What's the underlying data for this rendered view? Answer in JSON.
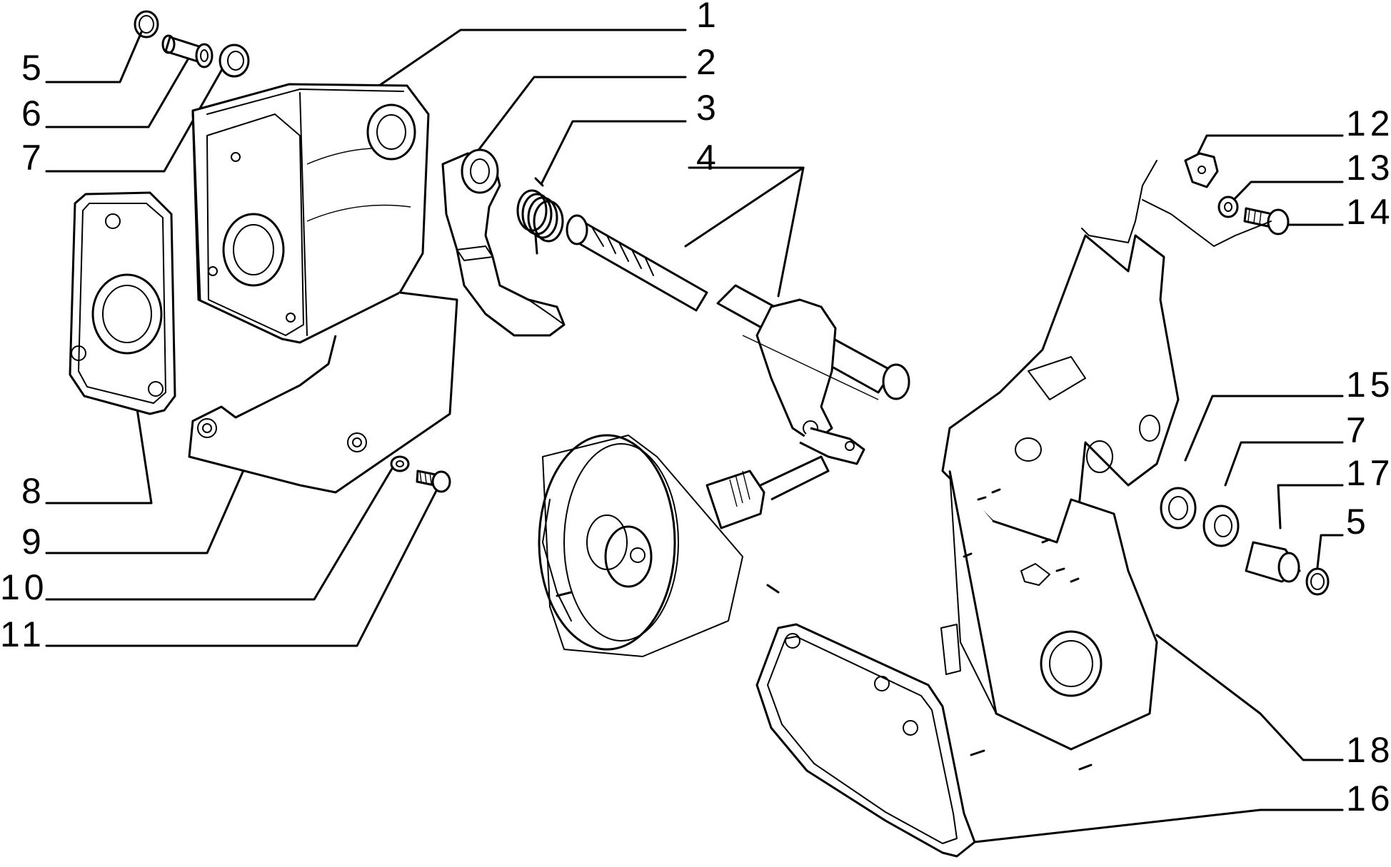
{
  "callouts": [
    {
      "id": "c1",
      "label": "1"
    },
    {
      "id": "c2",
      "label": "2"
    },
    {
      "id": "c3",
      "label": "3"
    },
    {
      "id": "c4",
      "label": "4"
    },
    {
      "id": "c5a",
      "label": "5"
    },
    {
      "id": "c6",
      "label": "6"
    },
    {
      "id": "c7a",
      "label": "7"
    },
    {
      "id": "c8",
      "label": "8"
    },
    {
      "id": "c9",
      "label": "9"
    },
    {
      "id": "c10",
      "label": "10"
    },
    {
      "id": "c11",
      "label": "11"
    },
    {
      "id": "c12",
      "label": "12"
    },
    {
      "id": "c13",
      "label": "13"
    },
    {
      "id": "c14",
      "label": "14"
    },
    {
      "id": "c15",
      "label": "15"
    },
    {
      "id": "c7b",
      "label": "7"
    },
    {
      "id": "c17",
      "label": "17"
    },
    {
      "id": "c5b",
      "label": "5"
    },
    {
      "id": "c18",
      "label": "18"
    },
    {
      "id": "c16",
      "label": "16"
    }
  ]
}
